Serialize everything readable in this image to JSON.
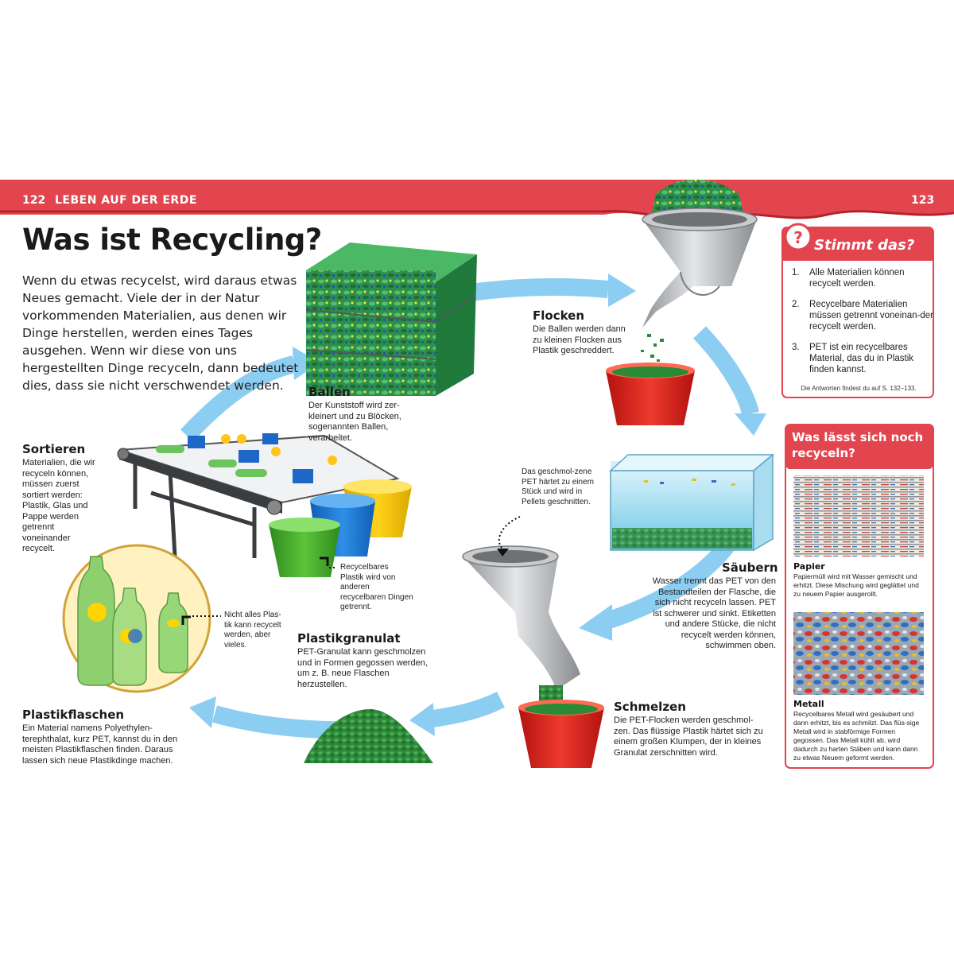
{
  "header": {
    "left_page_number": "122",
    "chapter_title": "LEBEN AUF DER ERDE",
    "right_page_number": "123"
  },
  "title": "Was ist Recycling?",
  "intro": "Wenn du etwas recycelst, wird daraus etwas Neues gemacht. Viele der in der Natur vorkommenden Materialien, aus denen wir Dinge herstellen, werden eines Tages ausgehen. Wenn wir diese von uns hergestellten Dinge recyceln, dann bedeutet dies, dass sie nicht verschwendet werden.",
  "steps": {
    "ballen": {
      "heading": "Ballen",
      "text": "Der Kunststoff wird zer-kleinert und zu Blöcken, sogenannten Ballen, verarbeitet."
    },
    "flocken": {
      "heading": "Flocken",
      "text": "Die Ballen werden dann zu kleinen Flocken aus Plastik geschreddert."
    },
    "saeubern": {
      "heading": "Säubern",
      "text": "Wasser trennt das PET von den Bestandteilen der Flasche, die sich nicht recyceln lassen. PET ist schwerer und sinkt. Etiketten und andere Stücke, die nicht recycelt werden können, schwimmen oben."
    },
    "schmelzen": {
      "heading": "Schmelzen",
      "text": "Die PET-Flocken werden geschmol-zen. Das flüssige Plastik härtet sich zu einem großen Klumpen, der in kleines Granulat zerschnitten wird."
    },
    "granulat": {
      "heading": "Plastikgranulat",
      "text": "PET-Granulat kann geschmolzen und in Formen gegossen werden, um z. B. neue Flaschen herzustellen."
    },
    "flaschen": {
      "heading": "Plastikflaschen",
      "text": "Ein Material namens Polyethylen-terephthalat, kurz PET, kannst du in den meisten Plastikflaschen finden. Daraus lassen sich neue Plastikdinge machen."
    },
    "sortieren": {
      "heading": "Sortieren",
      "text": "Materialien, die wir recyceln können, müssen zuerst sortiert werden: Plastik, Glas und Pappe werden getrennt voneinander recycelt."
    }
  },
  "callouts": {
    "pellets": "Das geschmol-zene PET härtet zu einem Stück und wird in Pellets geschnitten.",
    "separate": "Recycelbares Plastik wird von anderen recycelbaren Dingen getrennt.",
    "not_all": "Nicht alles Plas-tik kann recycelt werden, aber vieles."
  },
  "quiz": {
    "icon": "?",
    "title": "Stimmt das?",
    "items": [
      {
        "n": "1.",
        "text": "Alle Materialien können recycelt werden."
      },
      {
        "n": "2.",
        "text": "Recycelbare Materialien müssen getrennt voneinan-der recycelt werden."
      },
      {
        "n": "3.",
        "text": "PET ist ein recycelbares Material, das du in Plastik finden kannst."
      }
    ],
    "note": "Die Antworten findest du auf S. 132–133."
  },
  "recycle_box": {
    "title": "Was lässt sich noch recyceln?",
    "items": [
      {
        "label": "Papier",
        "text": "Papiermüll wird mit Wasser gemischt und erhitzt. Diese Mischung wird geglättet und zu neuem Papier ausgerollt."
      },
      {
        "label": "Metall",
        "text": "Recycelbares Metall wird gesäubert und dann erhitzt, bis es schmilzt. Das flüs-sige Metall wird in stabförmige Formen gegossen. Das Metall kühlt ab, wird dadurch zu harten Stäben und kann dann zu etwas Neuem geformt werden."
      }
    ]
  },
  "colors": {
    "accent_red": "#e3454f",
    "arrow_blue": "#8ccdf2",
    "pet_green": "#2f9a3f",
    "bucket_red": "#e02a24",
    "funnel_grey": "#a9acaf"
  }
}
